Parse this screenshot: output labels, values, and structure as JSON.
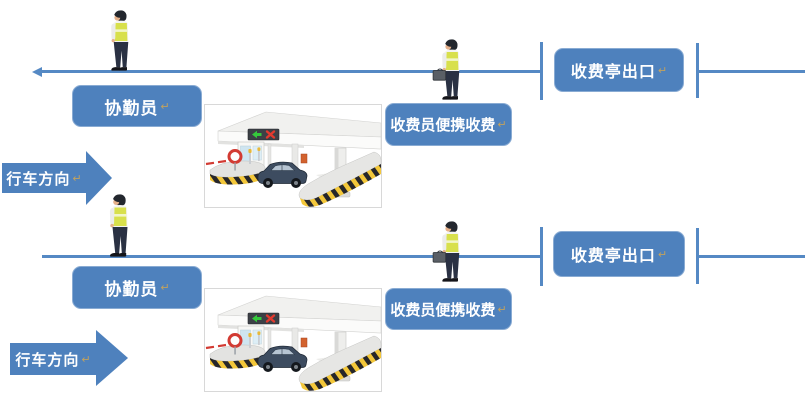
{
  "diagram": {
    "rows": [
      {
        "auxiliary_label": "协勤员",
        "collector_label": "收费员便携收费",
        "exit_label": "收费亭出口",
        "direction_label": "行车方向"
      },
      {
        "auxiliary_label": "协勤员",
        "collector_label": "收费员便携收费",
        "exit_label": "收费亭出口",
        "direction_label": "行车方向"
      }
    ],
    "return_mark": "↵",
    "colors": {
      "accent_blue": "#4E81BD",
      "line_blue": "#5589C4",
      "return_mark_gold": "#C2A25E",
      "safety_vest_yellow": "#D8E04C",
      "hazard_stripe_yellow": "#F3C73A",
      "hazard_stripe_black": "#26262A",
      "barrier_red": "#D23A32"
    },
    "icons": {
      "officer_figure": "standing-person-safety-vest",
      "collector_figure": "standing-person-with-portable-case",
      "toll_station": "toll-gate-canopy-booth-car-clipart",
      "direction_arrow": "right-block-arrow",
      "line_end": "left-arrowhead"
    }
  }
}
